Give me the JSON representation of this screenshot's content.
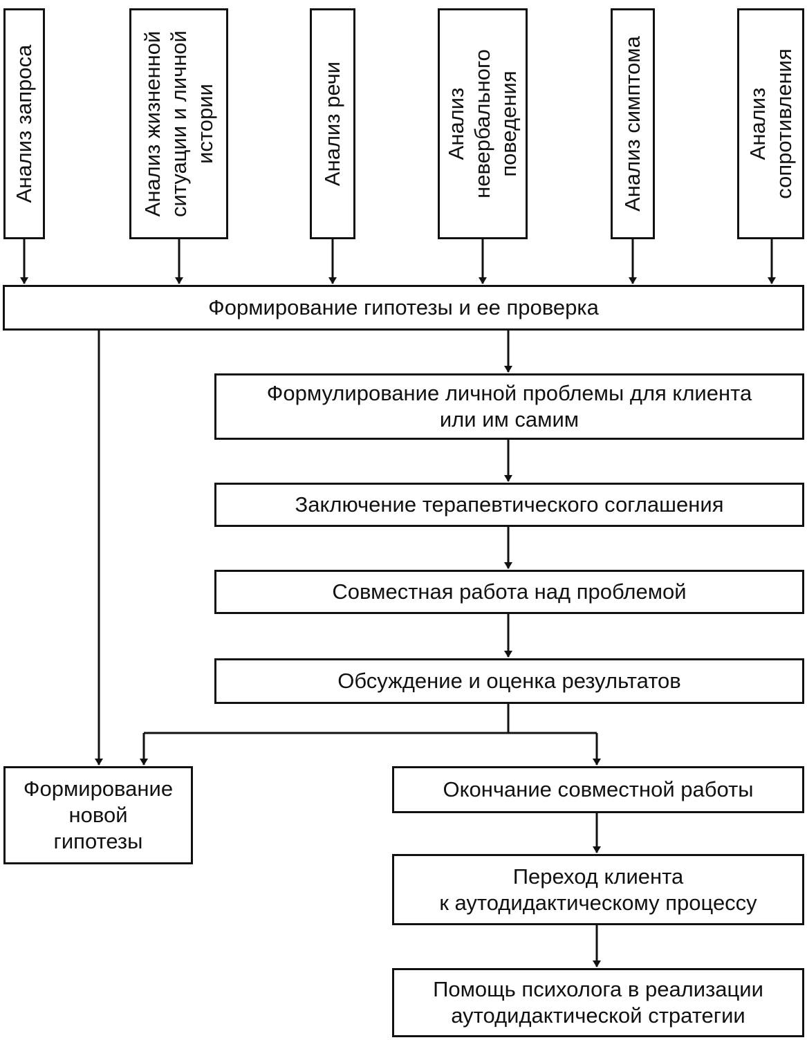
{
  "top_boxes": [
    {
      "id": "request",
      "lines": [
        "Анализ запроса"
      ]
    },
    {
      "id": "life",
      "lines": [
        "Анализ жизненной",
        "ситуации и личной",
        "истории"
      ]
    },
    {
      "id": "speech",
      "lines": [
        "Анализ речи"
      ]
    },
    {
      "id": "nonverbal",
      "lines": [
        "Анализ",
        "невербального",
        "поведения"
      ]
    },
    {
      "id": "symptom",
      "lines": [
        "Анализ симптома"
      ]
    },
    {
      "id": "resistance",
      "lines": [
        "Анализ",
        "сопротивления"
      ]
    }
  ],
  "hypothesis": {
    "lines": [
      "Формирование гипотезы и ее проверка"
    ]
  },
  "problem": {
    "lines": [
      "Формулирование личной проблемы для клиента",
      "или им самим"
    ]
  },
  "agreement": {
    "lines": [
      "Заключение терапевтического соглашения"
    ]
  },
  "joint_work": {
    "lines": [
      "Совместная работа над проблемой"
    ]
  },
  "discussion": {
    "lines": [
      "Обсуждение и оценка результатов"
    ]
  },
  "new_hypothesis": {
    "lines": [
      "Формирование",
      "новой",
      "гипотезы"
    ]
  },
  "end_work": {
    "lines": [
      "Окончание совместной работы"
    ]
  },
  "transition": {
    "lines": [
      "Переход клиента",
      "к аутодидактическому процессу"
    ]
  },
  "help": {
    "lines": [
      "Помощь психолога в реализации",
      "аутодидактической стратегии"
    ]
  }
}
